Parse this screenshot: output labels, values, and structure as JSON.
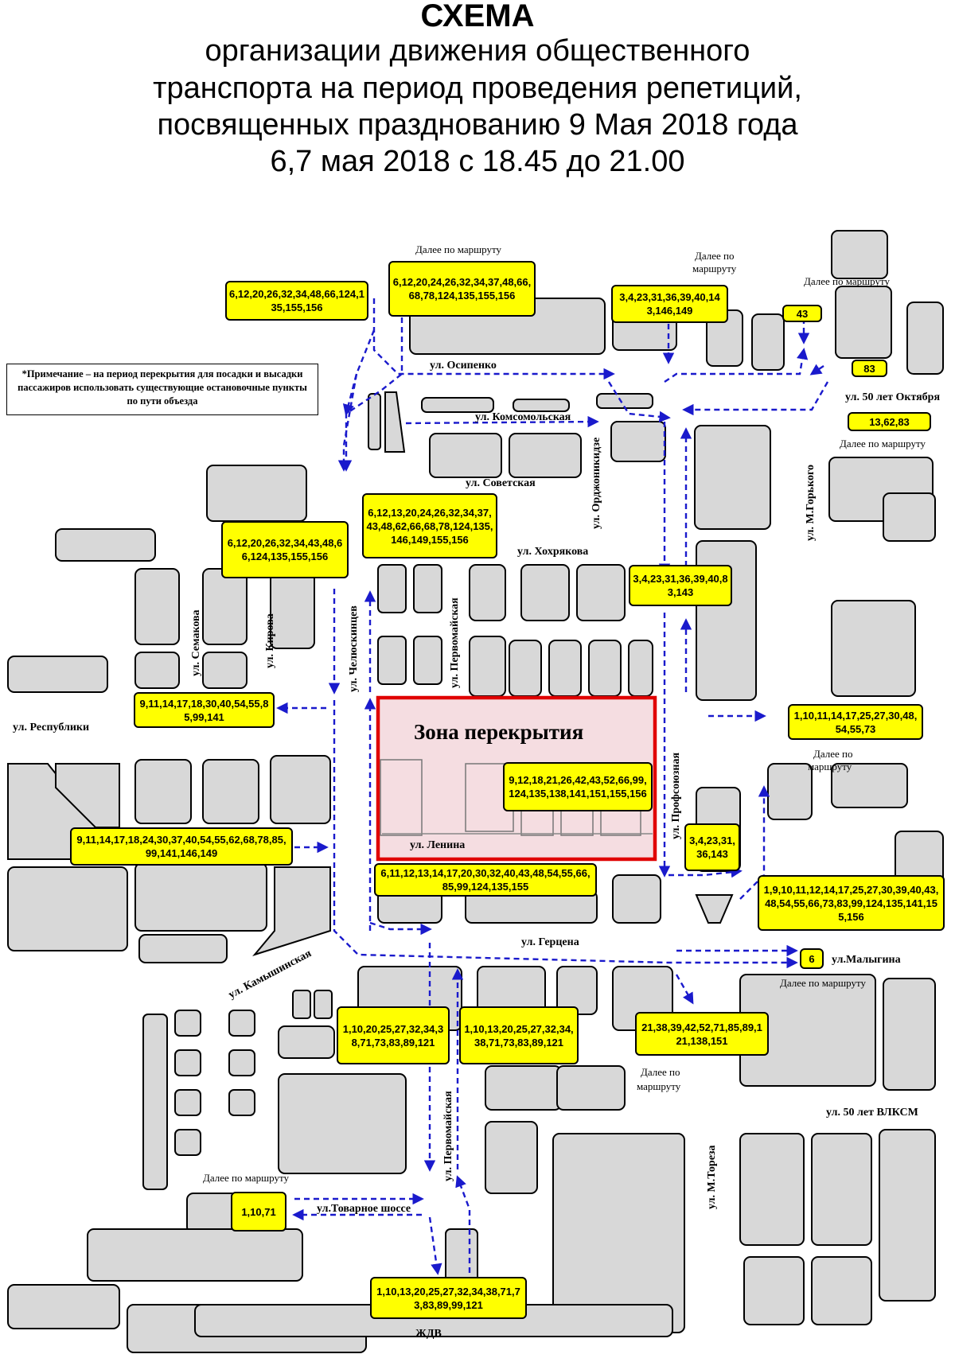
{
  "title": {
    "main": "СХЕМА",
    "line1": "организации движения общественного",
    "line2": "транспорта на период проведения репетиций,",
    "line3": "посвященных празднованию 9 Мая 2018 года",
    "line4": "6,7 мая 2018 с 18.45 до 21.00"
  },
  "note": "*Примечание – на период перекрытия для посадки и высадки пассажиров использовать существующие остановочные пункты по пути объезда",
  "zone": {
    "label": "Зона перекрытия",
    "fill": "#f5dde1",
    "border": "#e00000"
  },
  "colors": {
    "route": "#1a1acc",
    "box": "#ffff00",
    "building": "#d8d8d8"
  },
  "streets": {
    "osipenko": "ул. Осипенко",
    "komsomolskaya": "ул. Комсомольская",
    "sovetskaya": "ул. Советская",
    "khokhryakova": "ул. Хохрякова",
    "ordzhonikidze": "ул. Орджоникидзе",
    "m_gorkogo": "ул. М.Горького",
    "oktyabrya": "ул. 50 лет Октября",
    "semakova": "ул. Семакова",
    "kirova": "ул. Кирова",
    "chelyuskintsev": "ул. Челюскинцев",
    "pervomayskaya": "ул. Первомайская",
    "respubliki": "ул. Республики",
    "lenina": "ул. Ленина",
    "profsoyuznaya": "ул. Профсоюзная",
    "gertsena": "ул. Герцена",
    "kamyshinskaya": "ул. Камышинская",
    "malygina": "ул.Малыгина",
    "pervomayskaya2": "ул. Первомайская",
    "vlksm": "ул. 50 лет ВЛКСМ",
    "toreza": "ул. М.Тореза",
    "tovarnoe": "ул.Товарное шоссе",
    "zhdv": "ЖДВ"
  },
  "further": {
    "f1": "Далее по маршруту",
    "f2a": "Далее по",
    "f2b": "маршруту",
    "f3": "Далее по маршруту",
    "f4": "Далее по маршруту",
    "f5a": "Далее по",
    "f5b": "маршруту",
    "f6": "Далее по маршруту",
    "f7a": "Далее по",
    "f7b": "маршруту",
    "f8": "Далее по маршруту"
  },
  "route_boxes": {
    "b01": "6,12,20,26,32,34,48,66,124,135,155,156",
    "b02": "6,12,20,24,26,32,34,37,48,66,68,78,124,135,155,156",
    "b03": "3,4,23,31,36,39,40,143,146,149",
    "b04": "43",
    "b05": "83",
    "b06": "13,62,83",
    "b07": "6,12,13,20,24,26,32,34,37,43,48,62,66,68,78,124,135,146,149,155,156",
    "b08": "6,12,20,26,32,34,43,48,66,124,135,155,156",
    "b09": "3,4,23,31,36,39,40,83,143",
    "b10": "9,11,14,17,18,30,40,54,55,85,99,141",
    "b11": "1,10,11,14,17,25,27,30,48,54,55,73",
    "b12": "9,12,18,21,26,42,43,52,66,99,124,135,138,141,151,155,156",
    "b13": "3,4,23,31,36,143",
    "b14": "9,11,14,17,18,24,30,37,40,54,55,62,68,78,85,99,141,146,149",
    "b15": "6,11,12,13,14,17,20,30,32,40,43,48,54,55,66,85,99,124,135,155",
    "b16": "1,9,10,11,12,14,17,25,27,30,39,40,43,48,54,55,66,73,83,99,124,135,141,155,156",
    "b17": "6",
    "b18": "1,10,20,25,27,32,34,38,71,73,83,89,121",
    "b19": "1,10,13,20,25,27,32,34,38,71,73,83,89,121",
    "b20": "21,38,39,42,52,71,85,89,121,138,151",
    "b21": "1,10,71",
    "b22": "1,10,13,20,25,27,32,34,38,71,73,83,89,99,121"
  }
}
